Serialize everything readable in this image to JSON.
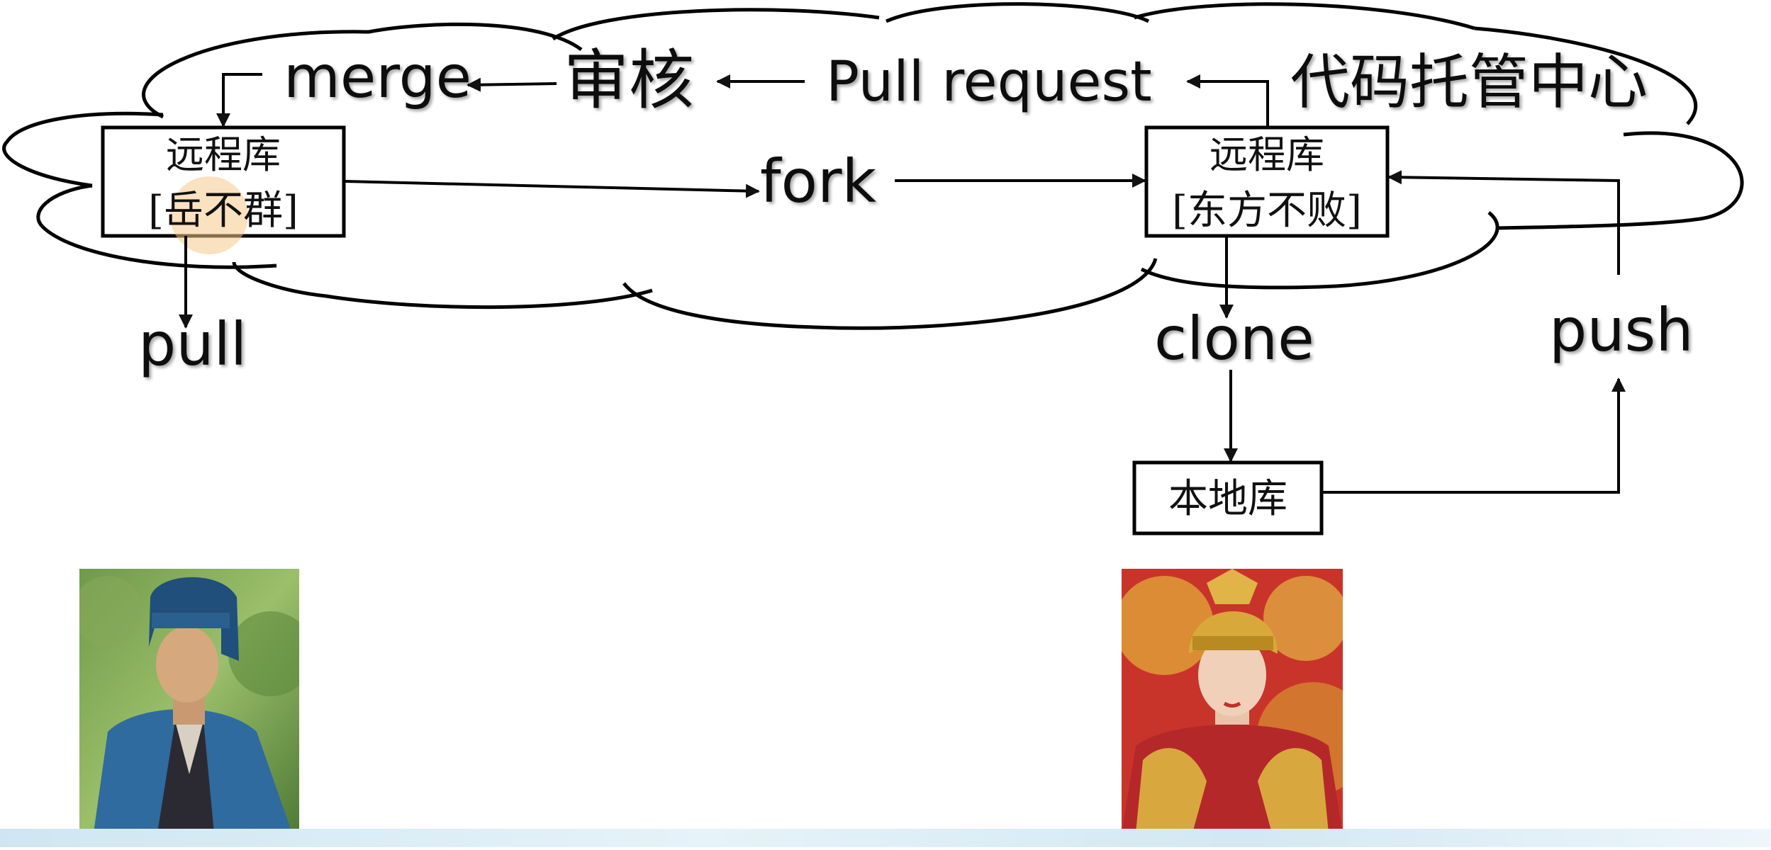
{
  "cloud": {
    "label": "代码托管中心"
  },
  "steps": {
    "merge": "merge",
    "review": "审核",
    "pull_request": "Pull request",
    "fork": "fork",
    "pull": "pull",
    "clone": "clone",
    "push": "push"
  },
  "left_repo": {
    "label": "远程库",
    "owner": "[岳不群]",
    "owner_color": "#1f72c4"
  },
  "right_repo": {
    "label": "远程库",
    "owner": "[东方不败]",
    "owner_color": "#e02020"
  },
  "local_repo": {
    "label": "本地库"
  }
}
